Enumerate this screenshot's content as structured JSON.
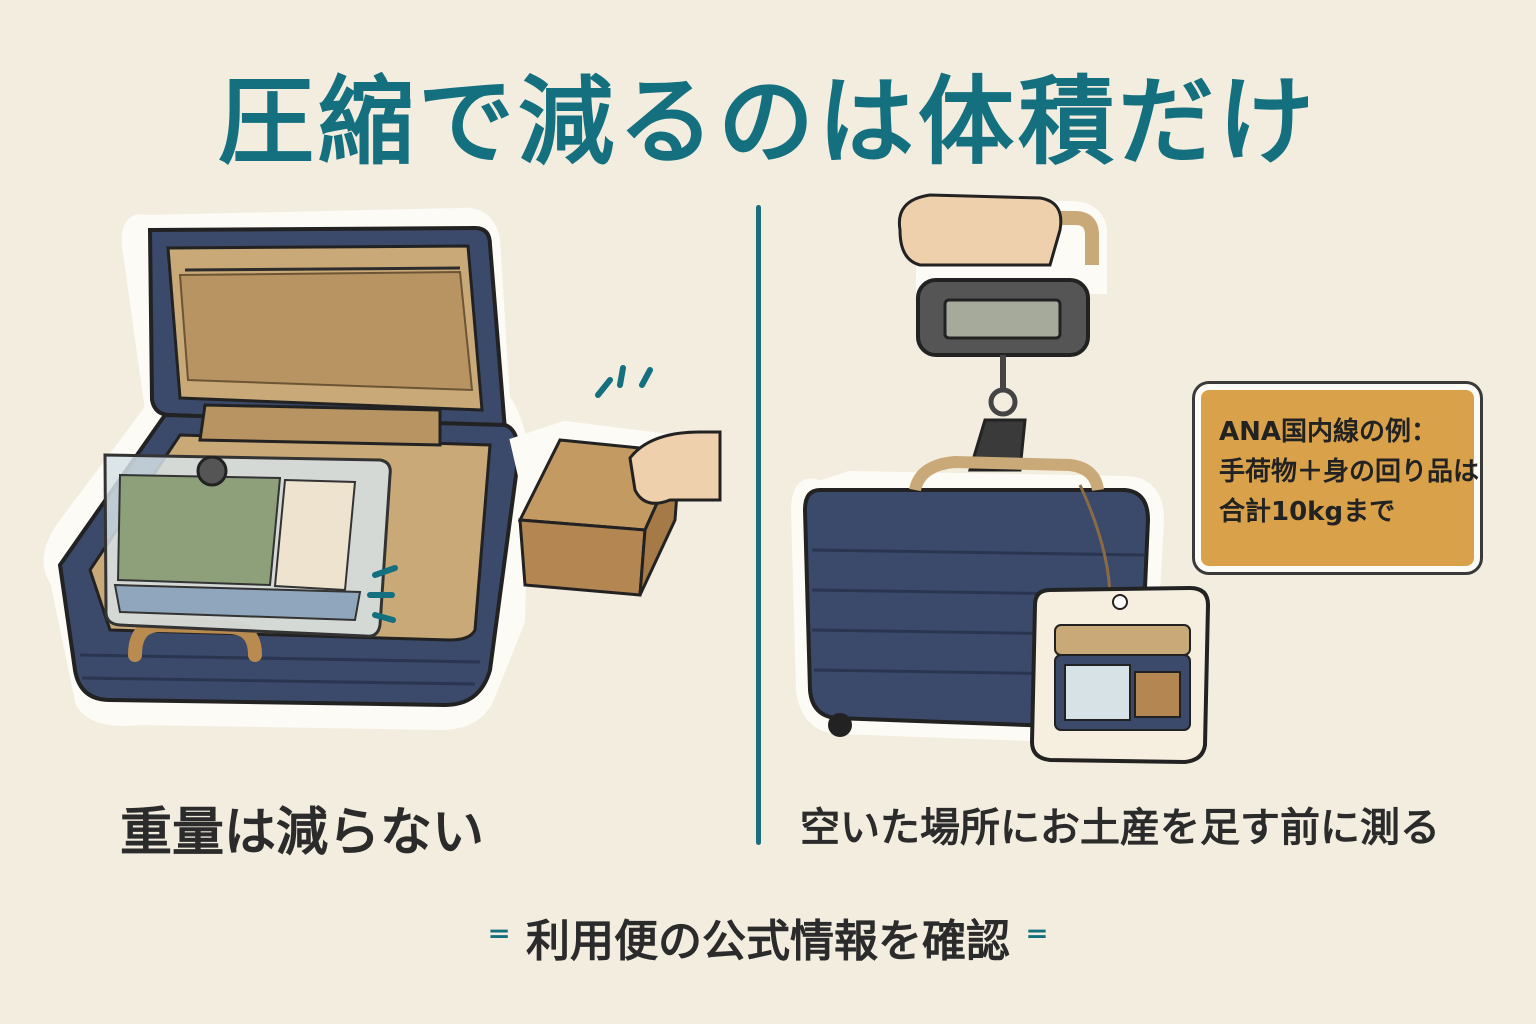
{
  "title": "圧縮で減るのは体積だけ",
  "left_panel": {
    "caption": "重量は減らない",
    "icons": [
      "suitcase-open-icon",
      "vacuum-bag-icon",
      "box-icon",
      "hand-icon"
    ]
  },
  "right_panel": {
    "caption": "空いた場所にお土産を足す前に測る",
    "note": {
      "line1": "ANA国内線の例：",
      "line2": "手荷物＋身の回り品は",
      "line3": "合計10kgまで"
    },
    "icons": [
      "luggage-scale-icon",
      "suitcase-closed-icon",
      "luggage-tag-icon",
      "hand-icon"
    ]
  },
  "footer": "利用便の公式情報を確認",
  "colors": {
    "accent": "#14707e",
    "suitcase": "#3b4a6b",
    "background": "#f3ede0",
    "note": "#d9a24a"
  }
}
